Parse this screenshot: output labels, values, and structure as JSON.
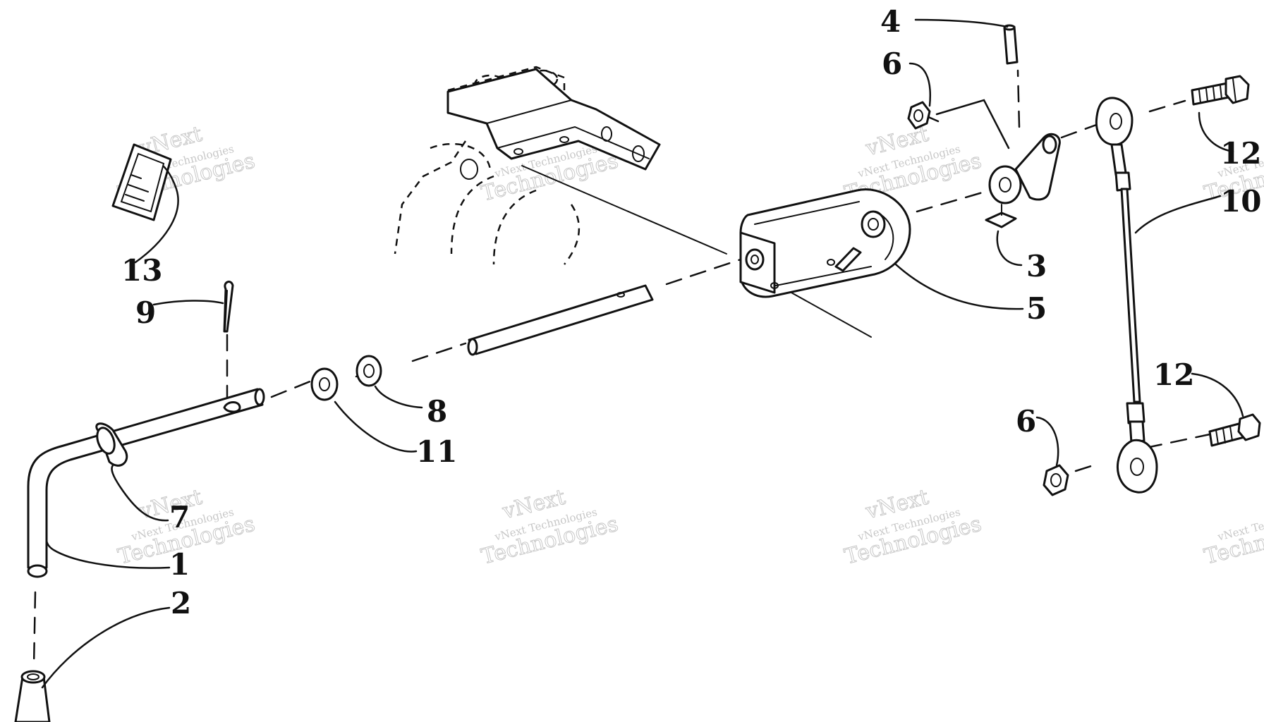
{
  "callouts": {
    "c1": "1",
    "c2": "2",
    "c3": "3",
    "c4": "4",
    "c5": "5",
    "c6a": "6",
    "c6b": "6",
    "c7": "7",
    "c8": "8",
    "c9": "9",
    "c10": "10",
    "c11": "11",
    "c12a": "12",
    "c12b": "12",
    "c13": "13"
  },
  "watermark": {
    "line1": "vNext",
    "line2": "Technologies",
    "line3": "vNext Technologies"
  }
}
